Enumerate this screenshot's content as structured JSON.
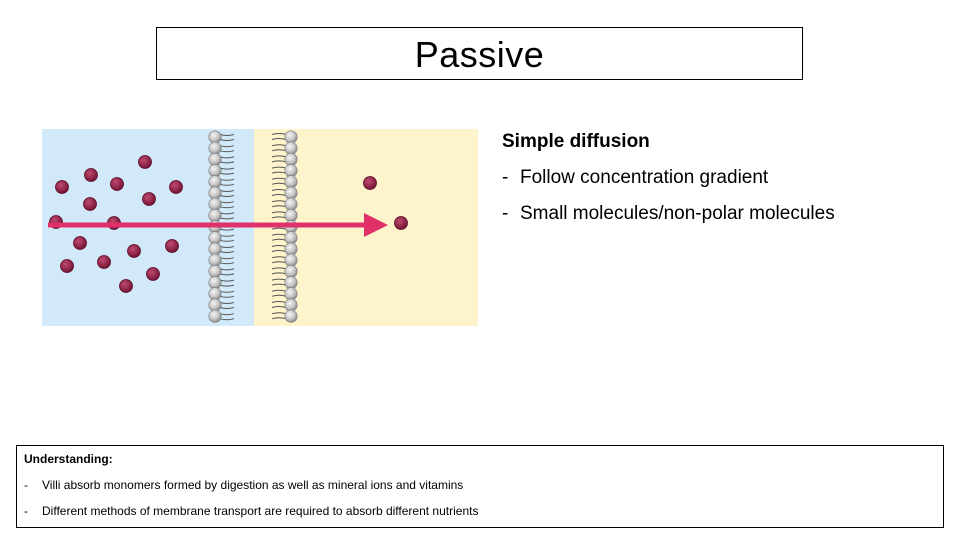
{
  "slide": {
    "title": "Passive"
  },
  "notes": {
    "heading": "Simple diffusion",
    "bullet_marker": "-",
    "items": [
      "Follow concentration gradient",
      "Small molecules/non-polar molecules"
    ]
  },
  "understanding": {
    "heading": "Understanding:",
    "bullet_marker": "-",
    "items": [
      "Villi absorb monomers formed by digestion as well as mineral ions and vitamins",
      "Different methods of membrane transport are required to absorb different nutrients"
    ]
  },
  "colors": {
    "left_region": "#d2e9f9",
    "right_region": "#fdf4cc",
    "molecule": "#8a1a3c",
    "arrow": "#e0306a",
    "phospholipid_head": "#c6c6c6"
  }
}
